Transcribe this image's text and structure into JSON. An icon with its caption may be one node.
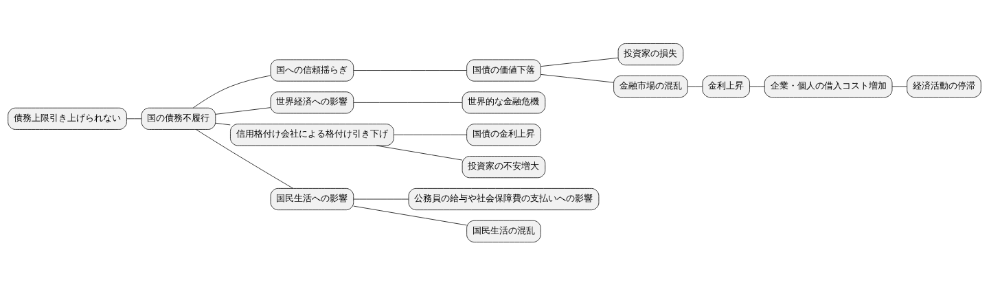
{
  "diagram": {
    "nodes": [
      {
        "text": [
          "債務上限引き上げられない"
        ]
      },
      {
        "text": [
          "国の債務不履行"
        ]
      },
      {
        "text": [
          "国への信頼揺らぎ"
        ]
      },
      {
        "text": [
          "国債の価値下落"
        ]
      },
      {
        "text": [
          "投資家の損失"
        ]
      },
      {
        "text": [
          "金融市場の混乱"
        ]
      },
      {
        "text": [
          "金利上昇"
        ]
      },
      {
        "text": [
          "企業・個人の借入コスト増加"
        ]
      },
      {
        "text": [
          "経済活動の停滞"
        ]
      },
      {
        "text": [
          "世界経済への影響"
        ]
      },
      {
        "text": [
          "世界的な金融危機"
        ]
      },
      {
        "text": [
          "信用格付け会社による格付け引き下げ"
        ]
      },
      {
        "text": [
          "国債の金利上昇"
        ]
      },
      {
        "text": [
          "投資家の不安増大"
        ]
      },
      {
        "text": [
          "国民生活への影響"
        ]
      },
      {
        "text": [
          "公務員の給与や社会保障費の支払いへの影響"
        ]
      },
      {
        "text": [
          "国民生活の混乱"
        ]
      }
    ],
    "edges": [
      {
        "from": 0,
        "to": 1,
        "arrow": "none"
      },
      {
        "from": 1,
        "to": 2,
        "arrow": "none"
      },
      {
        "from": 2,
        "to": 3,
        "arrow": "none"
      },
      {
        "from": 3,
        "to": 4,
        "arrow": "none"
      },
      {
        "from": 3,
        "to": 5,
        "arrow": "none"
      },
      {
        "from": 5,
        "to": 6,
        "arrow": "none"
      },
      {
        "from": 6,
        "to": 7,
        "arrow": "none"
      },
      {
        "from": 7,
        "to": 8,
        "arrow": "none"
      },
      {
        "from": 1,
        "to": 9,
        "arrow": "none"
      },
      {
        "from": 9,
        "to": 10,
        "arrow": "none"
      },
      {
        "from": 1,
        "to": 11,
        "arrow": "none"
      },
      {
        "from": 11,
        "to": 12,
        "arrow": "none"
      },
      {
        "from": 11,
        "to": 13,
        "arrow": "none"
      },
      {
        "from": 1,
        "to": 14,
        "arrow": "none"
      },
      {
        "from": 14,
        "to": 15,
        "arrow": "none"
      },
      {
        "from": 14,
        "to": 16,
        "arrow": "none"
      }
    ]
  }
}
